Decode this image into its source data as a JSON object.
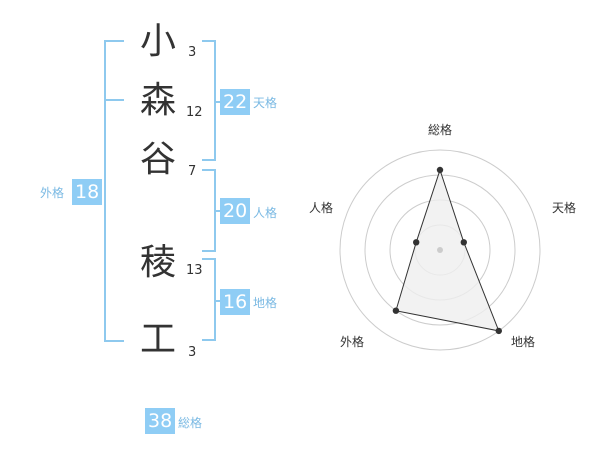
{
  "name": {
    "characters": [
      {
        "char": "小",
        "strokes": "3"
      },
      {
        "char": "森",
        "strokes": "12"
      },
      {
        "char": "谷",
        "strokes": "7"
      },
      {
        "char": "稜",
        "strokes": "13"
      },
      {
        "char": "工",
        "strokes": "3"
      }
    ]
  },
  "fortune": {
    "tenkaku": {
      "value": "22",
      "label": "天格"
    },
    "jinkaku": {
      "value": "20",
      "label": "人格"
    },
    "chikaku": {
      "value": "16",
      "label": "地格"
    },
    "gaikaku": {
      "value": "18",
      "label": "外格"
    },
    "soukaku": {
      "value": "38",
      "label": "総格"
    }
  },
  "chart_data": {
    "type": "radar",
    "axes": [
      "総格",
      "天格",
      "地格",
      "外格",
      "人格"
    ],
    "rings": 4,
    "values": [
      3.2,
      1.0,
      4.0,
      3.0,
      1.0
    ],
    "max": 4,
    "colors": {
      "fill": "#efefef",
      "line": "#333333",
      "ring": "#cccccc",
      "center": "#cccccc"
    }
  },
  "colors": {
    "accent": "#8fcdf5",
    "accent_text": "#7ab9e3"
  }
}
